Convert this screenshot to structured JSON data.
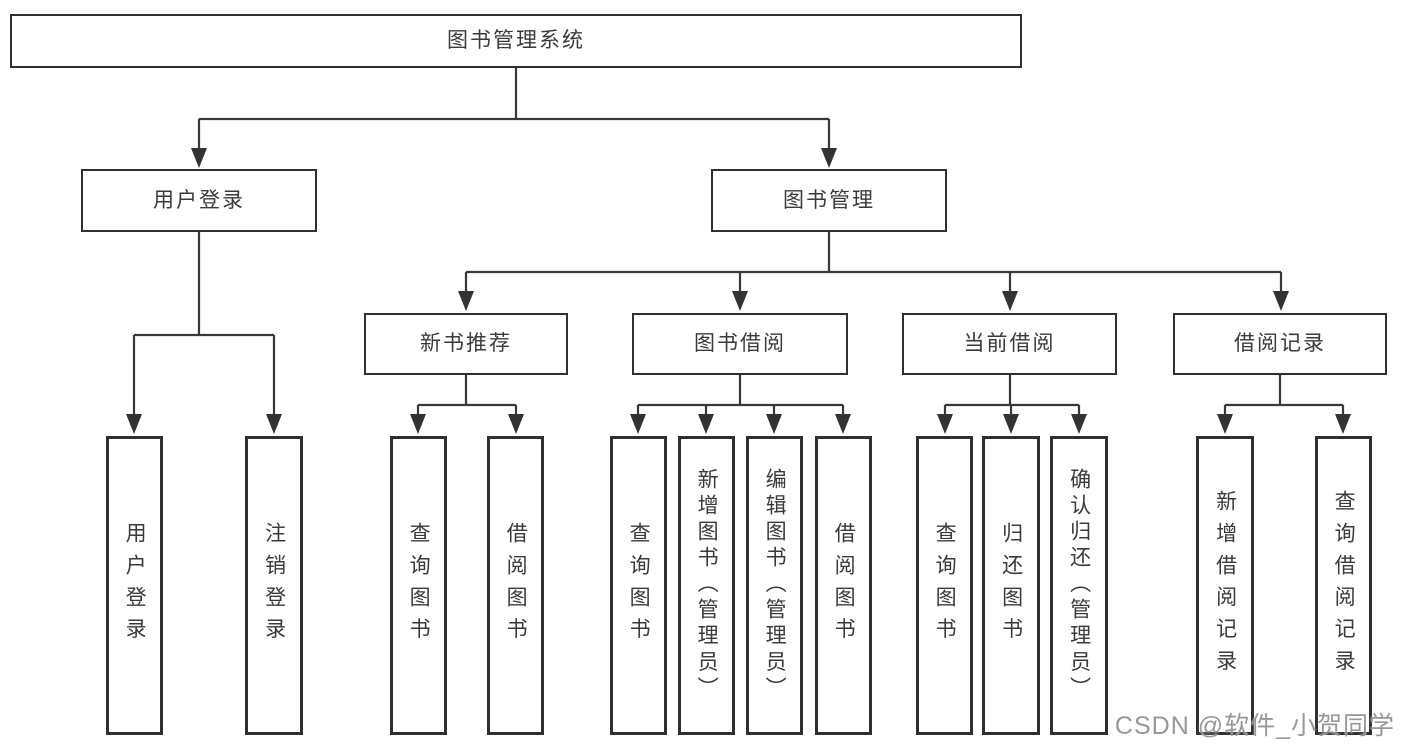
{
  "tree": {
    "root": {
      "label": "图书管理系统"
    },
    "children": [
      {
        "label": "用户登录",
        "children": [
          {
            "label": "用户登录"
          },
          {
            "label": "注销登录"
          }
        ]
      },
      {
        "label": "图书管理",
        "children": [
          {
            "label": "新书推荐",
            "children": [
              {
                "label": "查询图书"
              },
              {
                "label": "借阅图书"
              }
            ]
          },
          {
            "label": "图书借阅",
            "children": [
              {
                "label": "查询图书"
              },
              {
                "label": "新增图书（管理员）"
              },
              {
                "label": "编辑图书（管理员）"
              },
              {
                "label": "借阅图书"
              }
            ]
          },
          {
            "label": "当前借阅",
            "children": [
              {
                "label": "查询图书"
              },
              {
                "label": "归还图书"
              },
              {
                "label": "确认归还（管理员）"
              }
            ]
          },
          {
            "label": "借阅记录",
            "children": [
              {
                "label": "新增借阅记录"
              },
              {
                "label": "查询借阅记录"
              }
            ]
          }
        ]
      }
    ]
  },
  "watermark": {
    "text": "CSDN @软件_小贺同学"
  },
  "colors": {
    "line": "#383838",
    "box_border": "#2f2f2f",
    "text": "#3a3a3a",
    "watermark": "#8f8f8f",
    "background": "#ffffff"
  }
}
